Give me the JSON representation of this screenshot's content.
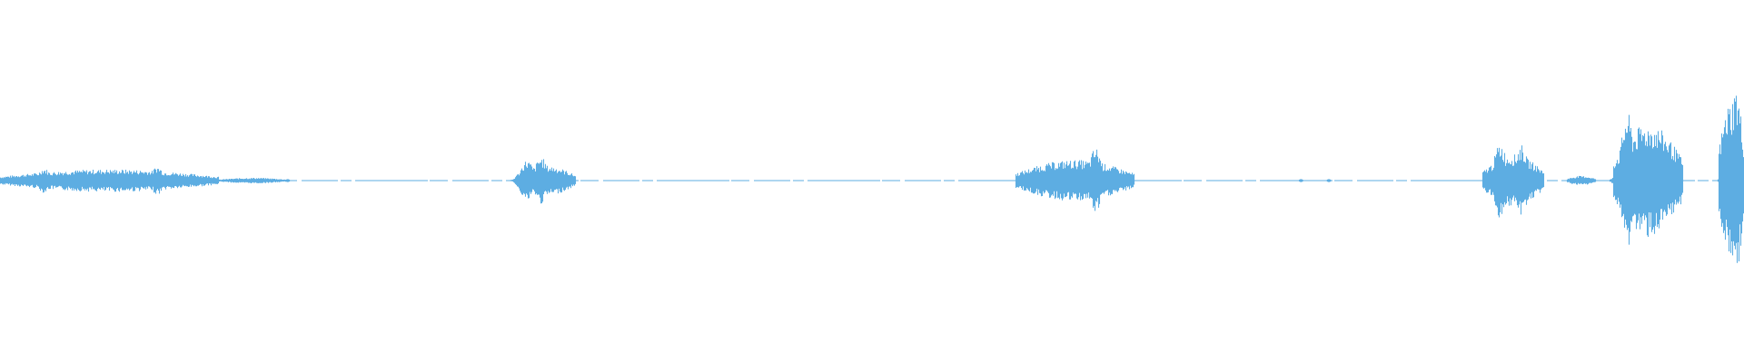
{
  "waveform": {
    "color": "#5dade2",
    "background": "#ffffff",
    "segments": [
      {
        "start": 0.0,
        "end": 0.125,
        "amplitude": 0.12,
        "kind": "speech"
      },
      {
        "start": 0.125,
        "end": 0.165,
        "amplitude": 0.03,
        "kind": "noise"
      },
      {
        "start": 0.295,
        "end": 0.33,
        "amplitude": 0.16,
        "kind": "speech"
      },
      {
        "start": 0.582,
        "end": 0.65,
        "amplitude": 0.22,
        "kind": "speech"
      },
      {
        "start": 0.85,
        "end": 0.885,
        "amplitude": 0.28,
        "kind": "speech"
      },
      {
        "start": 0.898,
        "end": 0.915,
        "amplitude": 0.05,
        "kind": "speech"
      },
      {
        "start": 0.925,
        "end": 0.965,
        "amplitude": 0.6,
        "kind": "speech"
      },
      {
        "start": 0.985,
        "end": 1.0,
        "amplitude": 0.85,
        "kind": "speech"
      }
    ],
    "peaks": [
      {
        "at": 0.025,
        "level": 0.13
      },
      {
        "at": 0.06,
        "level": 0.1
      },
      {
        "at": 0.09,
        "level": 0.15
      },
      {
        "at": 0.302,
        "level": 0.22
      },
      {
        "at": 0.31,
        "level": 0.25
      },
      {
        "at": 0.628,
        "level": 0.35
      },
      {
        "at": 0.86,
        "level": 0.4
      },
      {
        "at": 0.872,
        "level": 0.38
      },
      {
        "at": 0.933,
        "level": 0.72
      },
      {
        "at": 0.939,
        "level": 0.52
      },
      {
        "at": 0.95,
        "level": 0.45
      },
      {
        "at": 0.995,
        "level": 1.0
      }
    ]
  }
}
